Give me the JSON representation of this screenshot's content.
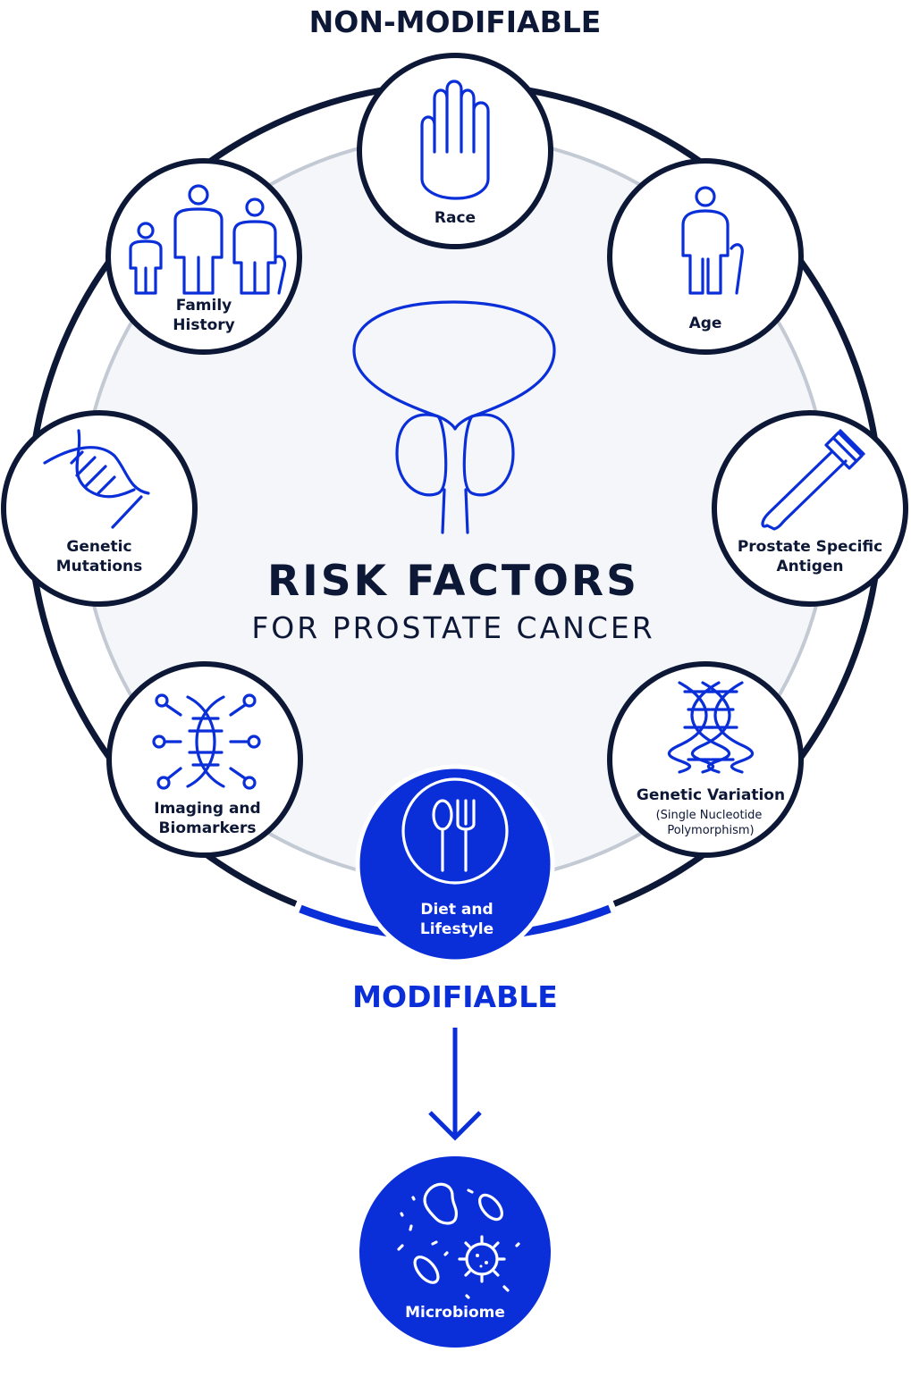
{
  "header": {
    "non_modifiable": "NON-MODIFIABLE",
    "modifiable": "MODIFIABLE"
  },
  "center": {
    "title": "RISK FACTORS",
    "subtitle": "FOR PROSTATE CANCER"
  },
  "factors": {
    "race": {
      "label": "Race"
    },
    "age": {
      "label": "Age"
    },
    "family_history": {
      "line1": "Family",
      "line2": "History"
    },
    "genetic_mutations": {
      "line1": "Genetic",
      "line2": "Mutations"
    },
    "psa": {
      "line1": "Prostate Specific",
      "line2": "Antigen"
    },
    "imaging": {
      "line1": "Imaging and",
      "line2": "Biomarkers"
    },
    "genetic_variation": {
      "line1": "Genetic Variation",
      "line2": "(Single Nucleotide",
      "line3": "Polymorphism)"
    },
    "diet": {
      "line1": "Diet and",
      "line2": "Lifestyle"
    },
    "microbiome": {
      "label": "Microbiome"
    }
  },
  "colors": {
    "navy": "#0d1736",
    "blue": "#0a2fd9",
    "light_gray": "#f4f6f9",
    "ring_gray": "#c3cad4"
  }
}
